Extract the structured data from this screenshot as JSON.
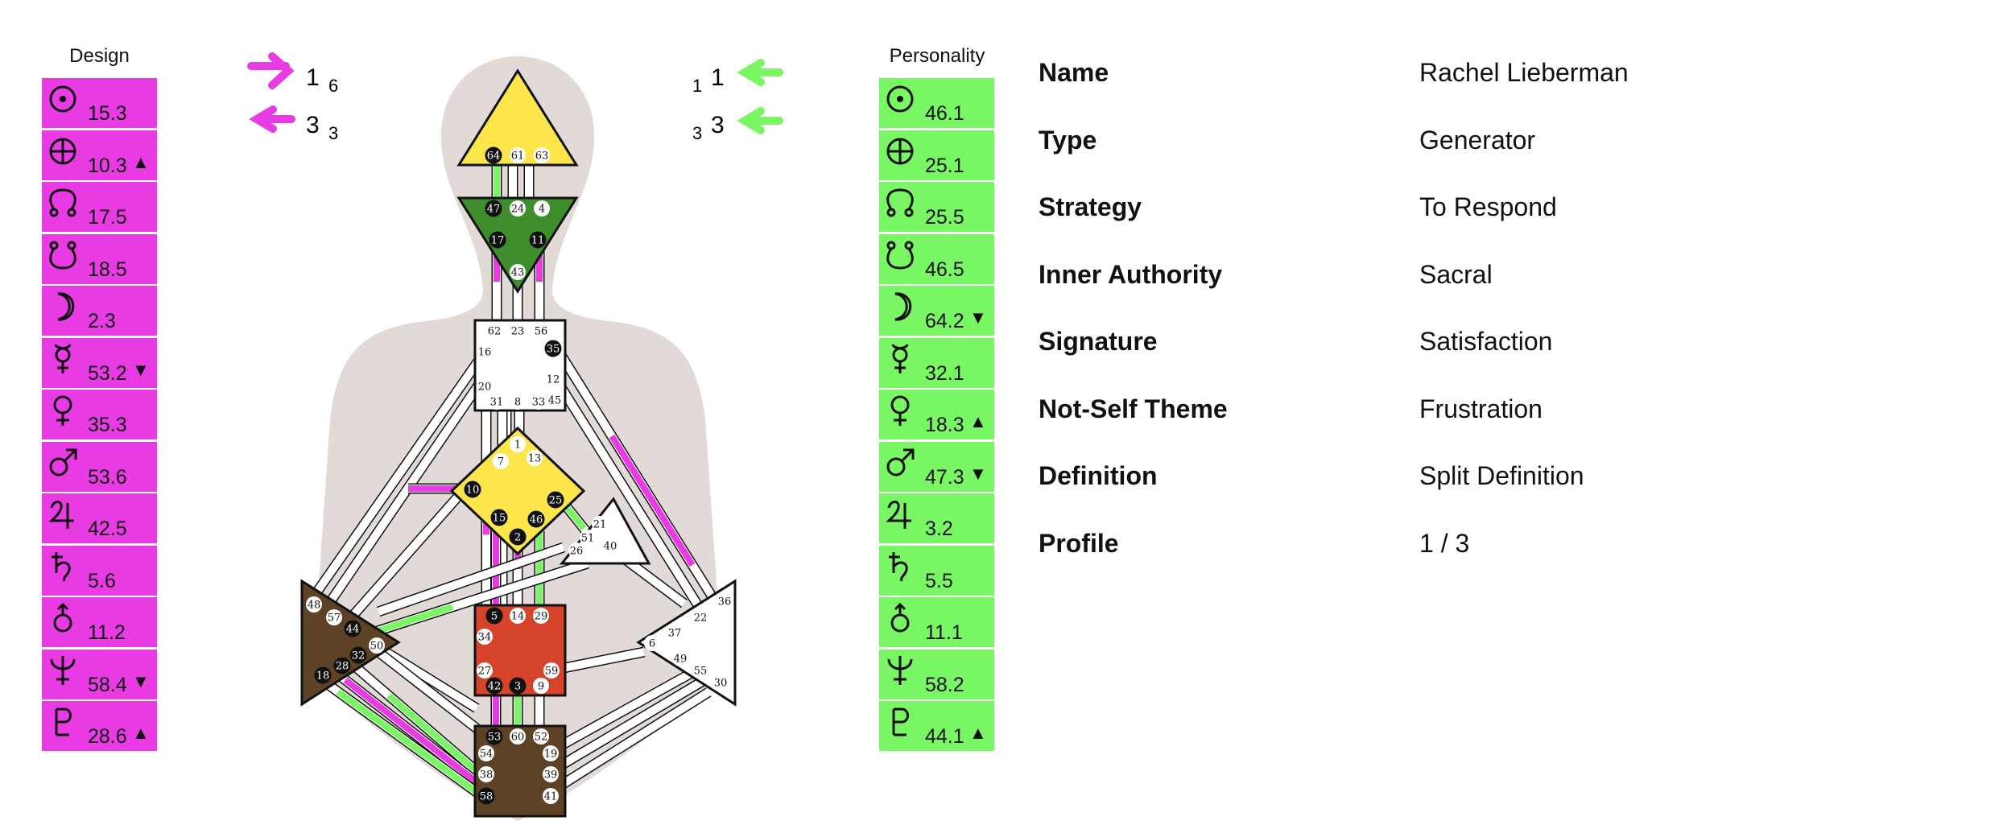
{
  "design": {
    "title": "Design",
    "color": "#e83be3",
    "planets": [
      {
        "icon": "sun-icon",
        "value": "15.3",
        "arrow": ""
      },
      {
        "icon": "earth-icon",
        "value": "10.3",
        "arrow": "▲"
      },
      {
        "icon": "north-node-icon",
        "value": "17.5",
        "arrow": ""
      },
      {
        "icon": "south-node-icon",
        "value": "18.5",
        "arrow": ""
      },
      {
        "icon": "moon-icon",
        "value": "2.3",
        "arrow": ""
      },
      {
        "icon": "mercury-icon",
        "value": "53.2",
        "arrow": "▼"
      },
      {
        "icon": "venus-icon",
        "value": "35.3",
        "arrow": ""
      },
      {
        "icon": "mars-icon",
        "value": "53.6",
        "arrow": ""
      },
      {
        "icon": "jupiter-icon",
        "value": "42.5",
        "arrow": ""
      },
      {
        "icon": "saturn-icon",
        "value": "5.6",
        "arrow": ""
      },
      {
        "icon": "uranus-icon",
        "value": "11.2",
        "arrow": ""
      },
      {
        "icon": "neptune-icon",
        "value": "58.4",
        "arrow": "▼"
      },
      {
        "icon": "pluto-icon",
        "value": "28.6",
        "arrow": "▲"
      }
    ],
    "variables": [
      {
        "big": "1",
        "small": "6"
      },
      {
        "big": "3",
        "small": "3"
      }
    ]
  },
  "personality": {
    "title": "Personality",
    "color": "#79f663",
    "planets": [
      {
        "icon": "sun-icon",
        "value": "46.1",
        "arrow": ""
      },
      {
        "icon": "earth-icon",
        "value": "25.1",
        "arrow": ""
      },
      {
        "icon": "north-node-icon",
        "value": "25.5",
        "arrow": ""
      },
      {
        "icon": "south-node-icon",
        "value": "46.5",
        "arrow": ""
      },
      {
        "icon": "moon-icon",
        "value": "64.2",
        "arrow": "▼"
      },
      {
        "icon": "mercury-icon",
        "value": "32.1",
        "arrow": ""
      },
      {
        "icon": "venus-icon",
        "value": "18.3",
        "arrow": "▲"
      },
      {
        "icon": "mars-icon",
        "value": "47.3",
        "arrow": "▼"
      },
      {
        "icon": "jupiter-icon",
        "value": "3.2",
        "arrow": ""
      },
      {
        "icon": "saturn-icon",
        "value": "5.5",
        "arrow": ""
      },
      {
        "icon": "uranus-icon",
        "value": "11.1",
        "arrow": ""
      },
      {
        "icon": "neptune-icon",
        "value": "58.2",
        "arrow": ""
      },
      {
        "icon": "pluto-icon",
        "value": "44.1",
        "arrow": "▲"
      }
    ],
    "variables": [
      {
        "big": "1",
        "small": "1"
      },
      {
        "big": "3",
        "small": "3"
      }
    ]
  },
  "info": [
    {
      "label": "Name",
      "value": "Rachel Lieberman"
    },
    {
      "label": "Type",
      "value": "Generator"
    },
    {
      "label": "Strategy",
      "value": "To Respond"
    },
    {
      "label": "Inner Authority",
      "value": "Sacral"
    },
    {
      "label": "Signature",
      "value": "Satisfaction"
    },
    {
      "label": "Not-Self Theme",
      "value": "Frustration"
    },
    {
      "label": "Definition",
      "value": "Split Definition"
    },
    {
      "label": "Profile",
      "value": "1 / 3"
    }
  ],
  "centers": {
    "head": {
      "fill": "#fde64b",
      "gates": [
        "64",
        "61",
        "63"
      ],
      "active": [
        "64"
      ]
    },
    "ajna": {
      "fill": "#3e8e2d",
      "gates": [
        "47",
        "24",
        "4",
        "17",
        "11",
        "43"
      ],
      "active": [
        "47",
        "17",
        "11"
      ]
    },
    "throat": {
      "fill": "#ffffff",
      "gates": [
        "62",
        "23",
        "56",
        "16",
        "35",
        "12",
        "20",
        "31",
        "8",
        "33",
        "45"
      ],
      "active": [
        "35"
      ]
    },
    "g": {
      "fill": "#fde64b",
      "gates": [
        "1",
        "13",
        "7",
        "10",
        "25",
        "15",
        "46",
        "2"
      ],
      "active": [
        "10",
        "25",
        "15",
        "46",
        "2"
      ]
    },
    "heart": {
      "fill": "#ffffff",
      "gates": [
        "21",
        "51",
        "26",
        "40"
      ],
      "active": []
    },
    "spleen": {
      "fill": "#5e4226",
      "gates": [
        "48",
        "57",
        "44",
        "50",
        "32",
        "28",
        "18"
      ],
      "active": [
        "44",
        "32",
        "28",
        "18"
      ]
    },
    "sacral": {
      "fill": "#d5432a",
      "gates": [
        "5",
        "14",
        "29",
        "34",
        "27",
        "59",
        "42",
        "3",
        "9"
      ],
      "active": [
        "5",
        "42",
        "3"
      ]
    },
    "solar": {
      "fill": "#ffffff",
      "gates": [
        "36",
        "22",
        "37",
        "6",
        "49",
        "55",
        "30"
      ],
      "active": []
    },
    "root": {
      "fill": "#5e4226",
      "gates": [
        "53",
        "60",
        "52",
        "54",
        "19",
        "38",
        "39",
        "58",
        "41"
      ],
      "active": [
        "53",
        "58"
      ]
    }
  }
}
